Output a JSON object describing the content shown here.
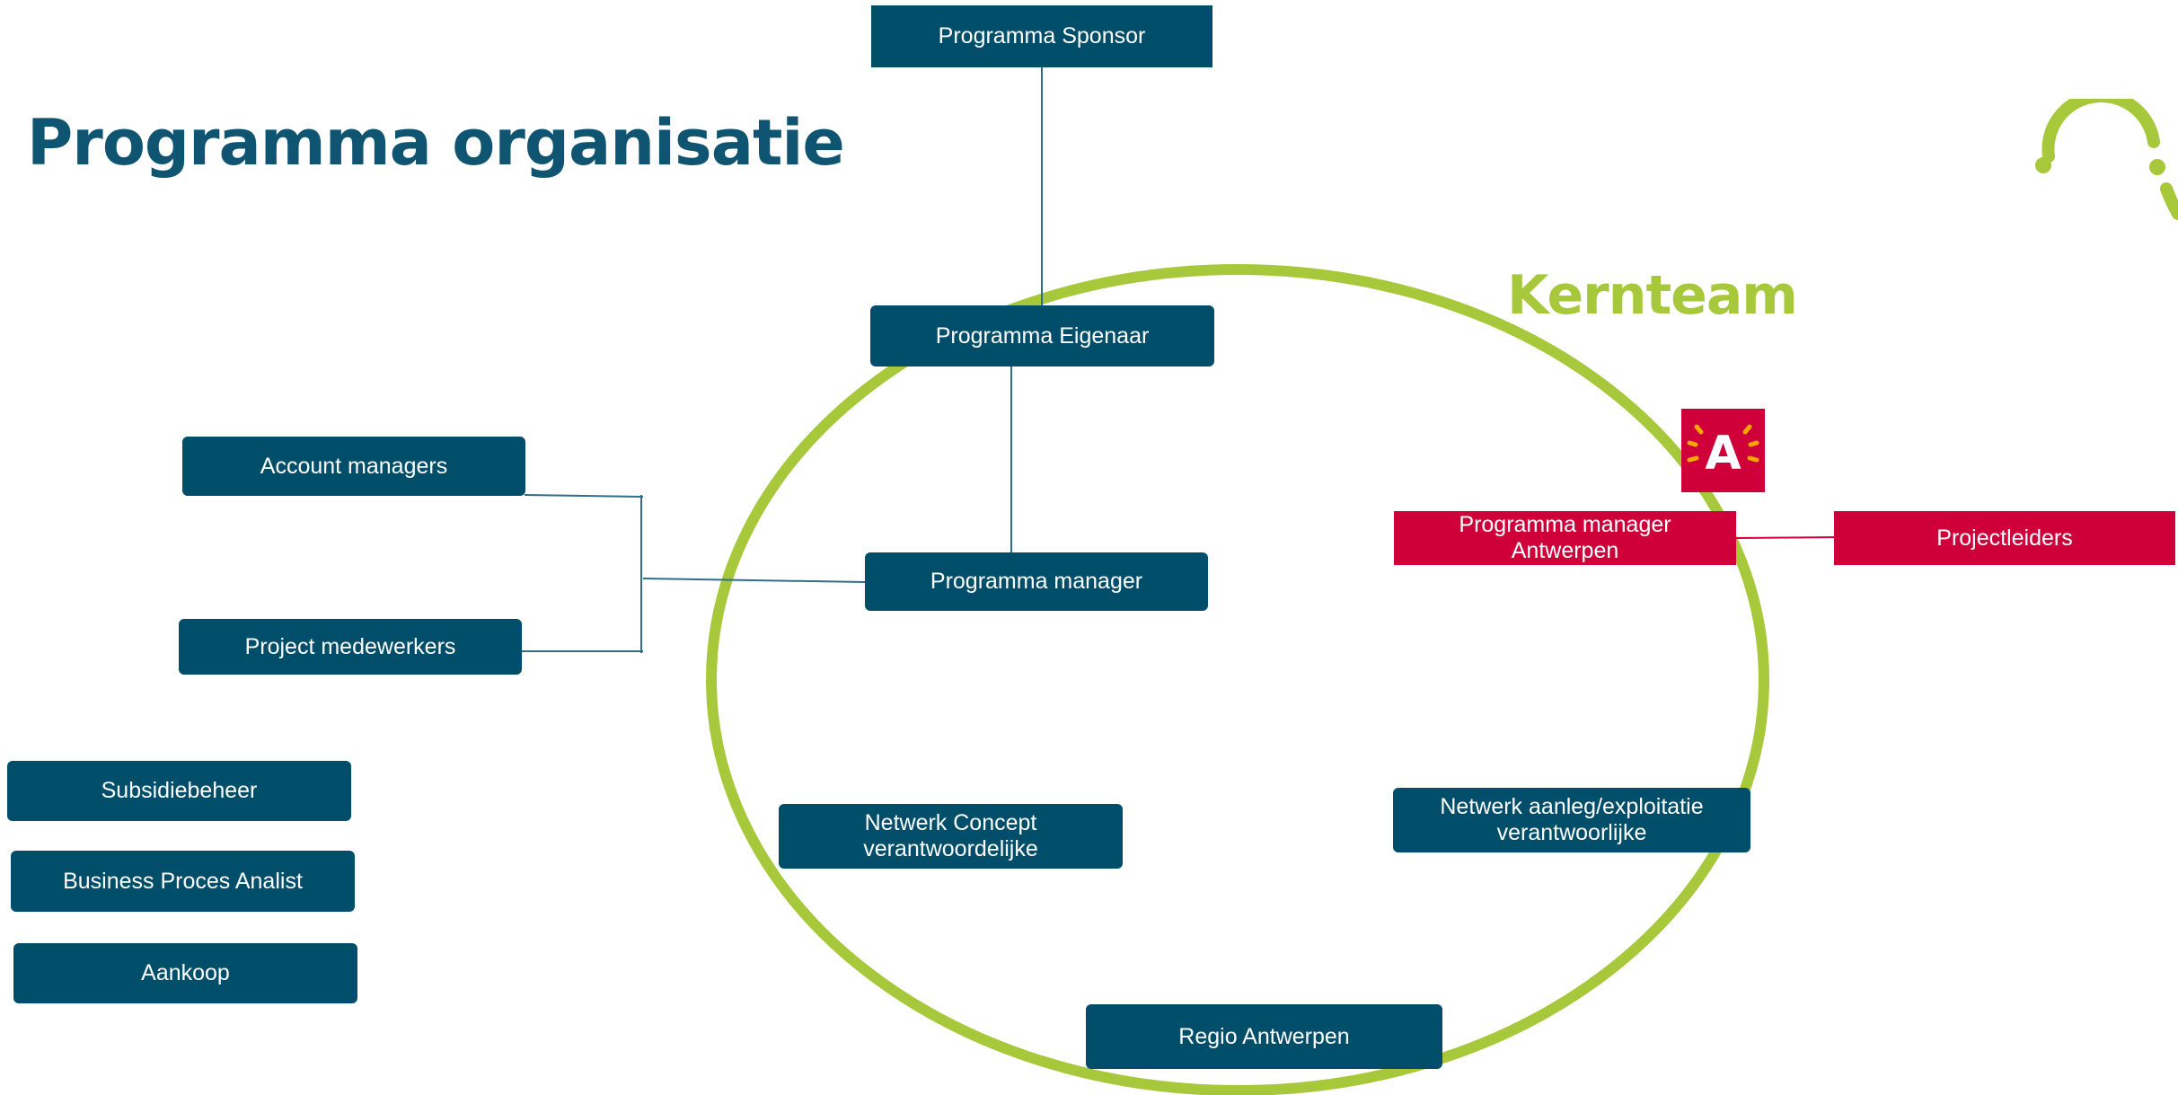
{
  "slide": {
    "title": "Programma organisatie",
    "core_team_label": "Kernteam"
  },
  "colors": {
    "primary_box": "#004e69",
    "title": "#0f5572",
    "accent_green": "#a7c83a",
    "antwerp_red": "#cf0039",
    "connector": "#2f6f8a"
  },
  "nodes": {
    "sponsor": "Programma Sponsor",
    "owner": "Programma Eigenaar",
    "program_manager": "Programma manager",
    "account_managers": "Account managers",
    "project_staff": "Project medewerkers",
    "subsidy": "Subsidiebeheer",
    "business_analyst": "Business Proces Analist",
    "purchasing": "Aankoop",
    "network_concept": "Netwerk Concept\nverantwoordelijke",
    "network_build": "Netwerk aanleg/exploitatie\nverantwoorlijke",
    "region": "Regio Antwerpen",
    "pm_antwerp": "Programma manager\nAntwerpen",
    "project_leads": "Projectleiders"
  },
  "icons": {
    "antwerp_logo": "antwerp-logo-icon",
    "decoration": "green-arc-decoration-icon"
  },
  "logo_letter": "A"
}
